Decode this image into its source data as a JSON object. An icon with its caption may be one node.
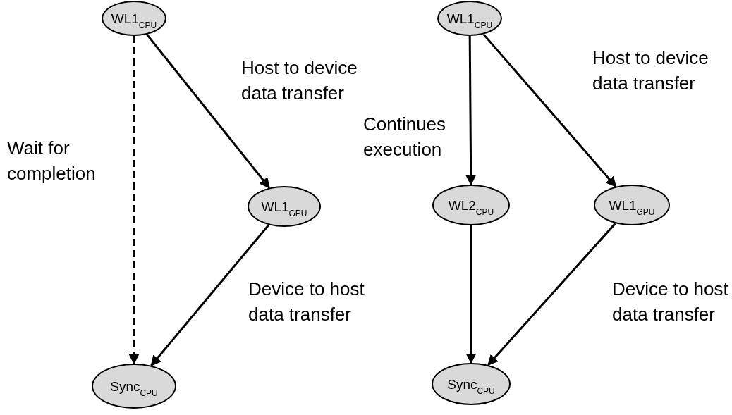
{
  "diagram": {
    "nodes": [
      {
        "text": [
          "WL1$_{CPU}$"
        ]
      },
      {
        "text": [
          "WL1$_{GPU}$"
        ]
      },
      {
        "text": [
          "Sync$_{CPU}$"
        ]
      },
      {
        "text": [
          "WL1$_{CPU}$"
        ]
      },
      {
        "text": [
          "WL2$_{CPU}$"
        ]
      },
      {
        "text": [
          "WL1$_{GPU}$"
        ]
      },
      {
        "text": [
          "Sync$_{CPU}$"
        ]
      }
    ],
    "edges": [
      {
        "from": 0,
        "to": 1,
        "arrow": "to",
        "label": "Host to device data transfer"
      },
      {
        "from": 0,
        "to": 2,
        "arrow": "to",
        "label": "Wait for completion",
        "style": "dashed"
      },
      {
        "from": 1,
        "to": 2,
        "arrow": "to",
        "label": "Device to host data transfer"
      },
      {
        "from": 3,
        "to": 4,
        "arrow": "to",
        "label": "Continues execution"
      },
      {
        "from": 3,
        "to": 5,
        "arrow": "to",
        "label": "Host to device data transfer"
      },
      {
        "from": 4,
        "to": 6,
        "arrow": "to"
      },
      {
        "from": 5,
        "to": 6,
        "arrow": "to",
        "label": "Device to host data transfer"
      }
    ]
  }
}
